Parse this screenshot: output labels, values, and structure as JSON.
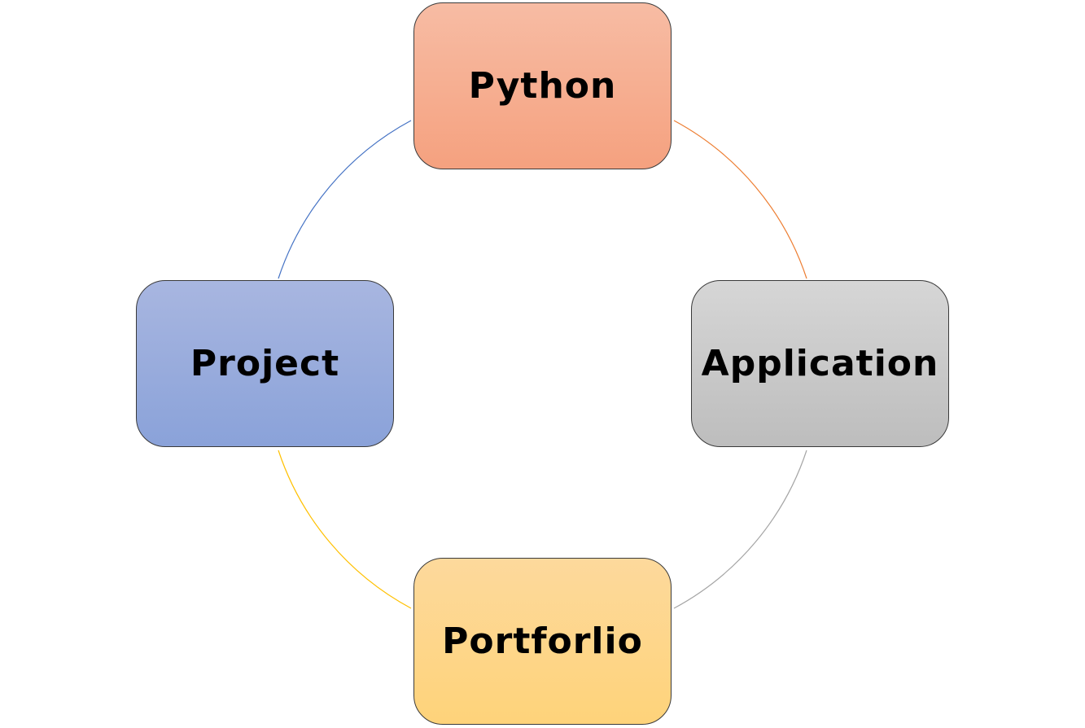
{
  "nodes": [
    {
      "id": "python",
      "label": "Python",
      "color": "#f5a98a"
    },
    {
      "id": "application",
      "label": "Application",
      "color": "#c9c9c9"
    },
    {
      "id": "portfolio",
      "label": "Portforlio",
      "color": "#fed585"
    },
    {
      "id": "project",
      "label": "Project",
      "color": "#97aadc"
    }
  ],
  "connectors": [
    {
      "from": "python",
      "to": "application",
      "color": "#ed7d31"
    },
    {
      "from": "application",
      "to": "portfolio",
      "color": "#a5a5a5"
    },
    {
      "from": "portfolio",
      "to": "project",
      "color": "#ffc000"
    },
    {
      "from": "project",
      "to": "python",
      "color": "#4472c4"
    }
  ]
}
